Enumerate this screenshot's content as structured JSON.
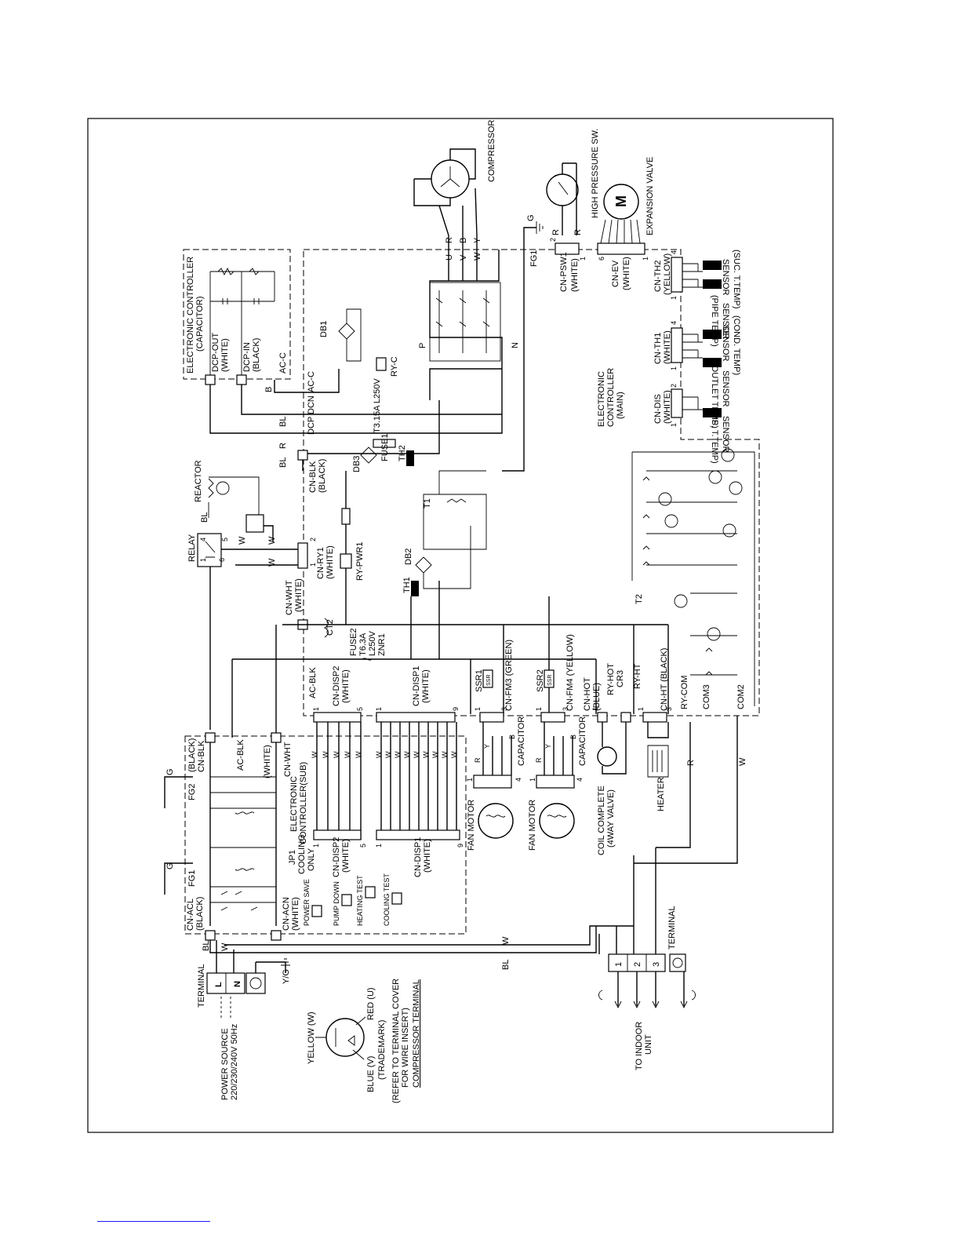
{
  "header": {
    "compressor": "COMPRESSOR",
    "high_pressure_sw": "HIGH PRESSURE SW.",
    "expansion_valve": "EXPANSION VALVE",
    "motor_symbol": "M",
    "ground_g": "G",
    "fg1": "FG1"
  },
  "compressor_wires": [
    "R",
    "B",
    "Y"
  ],
  "compressor_terms": [
    "U",
    "V",
    "W"
  ],
  "pressure_wires": [
    "R",
    "R"
  ],
  "connectors_top": {
    "cn_psw1": "CN-PSW1",
    "cn_psw1_color": "(WHITE)",
    "cn_psw1_pins": [
      "2",
      "1"
    ],
    "cn_ev": "CN-EV",
    "cn_ev_color": "(WHITE)",
    "cn_ev_pins": [
      "6",
      "1"
    ]
  },
  "sensors": [
    {
      "connector": "CN-TH2",
      "color": "(YELLOW)",
      "pins": [
        "4",
        "1"
      ],
      "a": "SENSOR",
      "a_sub": "(SUC. T.TEMP)",
      "b": "SENSOR",
      "b_sub": "(PIPE TEMP)"
    },
    {
      "connector": "CN-TH1",
      "color": "(WHITE)",
      "pins": [
        "4",
        "1"
      ],
      "a": "SENSOR",
      "a_sub": "(COND. TEMP)",
      "b": "SENSOR",
      "b_sub": "(OUTLET TEMP)"
    },
    {
      "connector": "CN-DIS",
      "color": "(WHITE)",
      "pins": [
        "2",
        "1"
      ],
      "a": "SENSOR",
      "a_sub": "(DIS. T.TEMP)",
      "b": "",
      "b_sub": ""
    }
  ],
  "main_controller": {
    "line1": "ELECTRONIC",
    "line2": "CONTROLLER",
    "line3": "(MAIN)"
  },
  "capacitor_controller": {
    "line1": "ELECTRONIC CONTROLLER",
    "line2": "(CAPACITOR)",
    "dcp_out": "DCP-OUT",
    "dcp_out_color": "(WHITE)",
    "dcp_in": "DCP-IN",
    "dcp_in_color": "(BLACK)",
    "ac_c": "AC-C"
  },
  "power_labels": {
    "db1": "DB1",
    "db2": "DB2",
    "db3": "DB3",
    "ry_c": "RY-C",
    "ac_c": "AC-C",
    "dcn": "DCN",
    "dcp": "DCP",
    "fuse1": "FUSE1",
    "fuse1_rating": "T3.15A L250V",
    "th1": "TH1",
    "th2": "TH2",
    "t1": "T1",
    "t2": "T2",
    "p": "P",
    "n": "N",
    "wire_b": "B",
    "wire_bl": "BL",
    "wire_bl2": "BL",
    "wire_r": "R"
  },
  "relay_block": {
    "reactor": "REACTOR",
    "relay": "RELAY",
    "relay_pins": [
      "4",
      "5",
      "1",
      "6"
    ],
    "cn_blk": "CN-BLK",
    "cn_blk_color": "(BLACK)",
    "cn_ry1": "CN-RY1",
    "cn_ry1_color": "(WHITE)",
    "cn_ry1_pins": [
      "2",
      "1"
    ],
    "ry_pwr1": "RY-PWR1",
    "cn_wht": "CN-WHT",
    "cn_wht_color": "(WHITE)",
    "ct2": "CT2",
    "fuse2": "FUSE2",
    "fuse2_rating": "T6.3A",
    "fuse2_v": "L250V",
    "znr1": "ZNR1",
    "wire_bl": "BL",
    "wire_w1": "W",
    "wire_w2": "W",
    "wire_w3": "W"
  },
  "bottom_connectors": [
    {
      "name": "AC-BLK",
      "sub": ""
    },
    {
      "name": "CN-DISP2",
      "sub": "(WHITE)",
      "pins": [
        "1",
        "5"
      ]
    },
    {
      "name": "CN-DISP1",
      "sub": "(WHITE)",
      "pins": [
        "1",
        "9"
      ]
    },
    {
      "name": "SSR1",
      "sub": "CN-FM3 (GREEN)",
      "pins": [
        "1",
        "3"
      ]
    },
    {
      "name": "SSR2",
      "sub": "CN-FM4 (YELLOW)",
      "pins": [
        "1",
        "3"
      ]
    },
    {
      "name": "CN-HOT",
      "sub": "(BLUE)",
      "pins": [
        "1"
      ]
    },
    {
      "name": "RY-HOT",
      "sub": "CR3"
    },
    {
      "name": "RY-HT",
      "sub": "CN-HT (BLACK)",
      "pins": [
        "1",
        "3"
      ]
    },
    {
      "name": "RY-COM",
      "sub": "COM3"
    },
    {
      "name": "COM2",
      "sub": ""
    }
  ],
  "ssr_label": "SSR",
  "sub_controller": {
    "line1": "ELECTRONIC",
    "line2": "CONTROLLER(SUB)",
    "cn_blk": "CN-BLK",
    "cn_blk_color": "(BLACK)",
    "ac_blk": "AC-BLK",
    "cn_wht": "CN-WHT",
    "cn_wht_color": "(WHITE)",
    "fg1": "FG1",
    "fg2": "FG2",
    "g1": "G",
    "g2": "G",
    "cn_acl": "CN-ACL",
    "cn_acl_color": "(BLACK)",
    "cn_acn": "CN-ACN",
    "cn_acn_color": "(WHITE)",
    "jp1": "JP1",
    "jp1_a": "COOLING",
    "jp1_b": "ONLY",
    "cn_disp2": "CN-DISP2",
    "cn_disp2_color": "(WHITE)",
    "cn_disp1": "CN-DISP1",
    "cn_disp1_color": "(WHITE)",
    "pin1": "1",
    "pin5": "5",
    "pin1b": "1",
    "pin9": "9",
    "switches": [
      "POWER SAVE",
      "PUMP DOWN",
      "HEATING TEST",
      "COOLING TEST"
    ]
  },
  "wire_letters_w": [
    "W",
    "W",
    "W",
    "W",
    "W",
    "W",
    "W",
    "W",
    "W",
    "W",
    "W",
    "W",
    "W",
    "W"
  ],
  "loads": {
    "fan_motor1": "FAN MOTOR",
    "fan_motor2": "FAN MOTOR",
    "capacitor1": "CAPACITOR",
    "capacitor2": "CAPACITOR",
    "coil1": "COIL COMPLETE",
    "coil2": "(4WAY VALVE)",
    "heater": "HEATER",
    "fan_wires": [
      "R",
      "Y",
      "B"
    ],
    "pins_1": "1",
    "pins_4": "4"
  },
  "terminal_out": {
    "label": "TERMINAL",
    "pins": [
      "1",
      "2",
      "3"
    ],
    "to1": "TO INDOOR",
    "to2": "UNIT",
    "wire_r": "R",
    "wire_w": "W",
    "wire_w2": "W",
    "wire_bl": "BL"
  },
  "power_source": {
    "terminal": "TERMINAL",
    "l": "L",
    "n": "N",
    "yg": "Y/G",
    "bl": "BL",
    "w": "W",
    "line1": "POWER SOURCE",
    "line2": "220/230/240V 50Hz"
  },
  "compressor_terminal": {
    "yellow": "YELLOW (W)",
    "red": "RED (U)",
    "blue": "BLUE (V)",
    "trademark": "(TRADEMARK)",
    "note1": "(REFER TO TERMINAL COVER",
    "note2": "FOR WIRE INSERT)",
    "title": "COMPRESSOR TERMINAL"
  }
}
